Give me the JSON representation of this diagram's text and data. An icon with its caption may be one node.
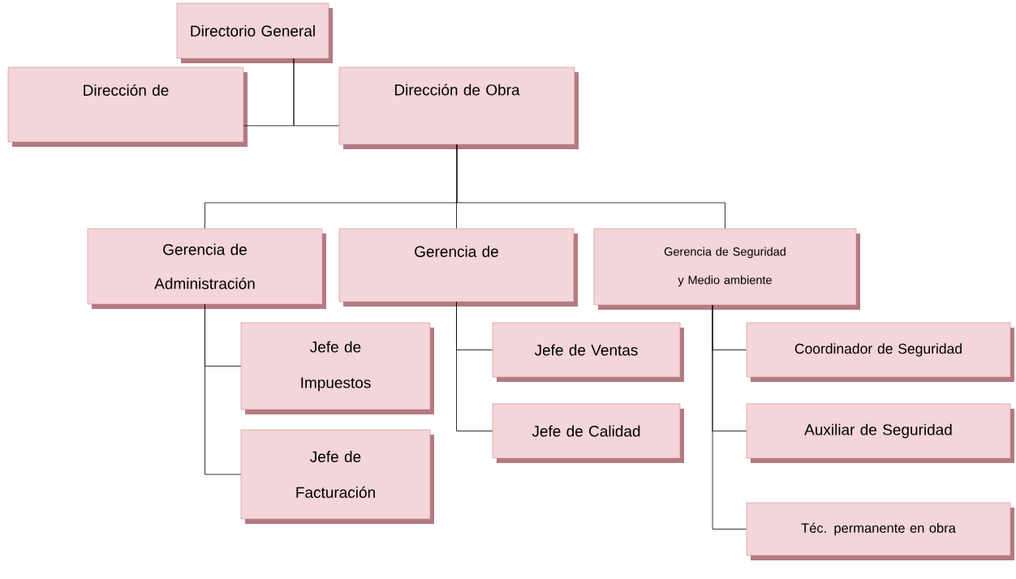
{
  "diagram": {
    "nodes": [
      {
        "text": [
          "Directorio General"
        ]
      },
      {
        "text": [
          "Dirección de"
        ]
      },
      {
        "text": [
          "Dirección de Obra"
        ]
      },
      {
        "text": [
          "Gerencia de Administración"
        ]
      },
      {
        "text": [
          "Gerencia de"
        ]
      },
      {
        "text": [
          "Gerencia de Seguridad y Medio ambiente"
        ]
      },
      {
        "text": [
          "Jefe de Impuestos"
        ]
      },
      {
        "text": [
          "Jefe de Facturación"
        ]
      },
      {
        "text": [
          "Jefe de Ventas"
        ]
      },
      {
        "text": [
          "Jefe de Calidad"
        ]
      },
      {
        "text": [
          "Coordinador de Seguridad"
        ]
      },
      {
        "text": [
          "Auxiliar de Seguridad"
        ]
      },
      {
        "text": [
          "Téc. permanente en obra"
        ]
      }
    ],
    "edges": [
      {
        "from": 0,
        "to": 1,
        "arrow": "none"
      },
      {
        "from": 0,
        "to": 2,
        "arrow": "none"
      },
      {
        "from": 2,
        "to": 3,
        "arrow": "none"
      },
      {
        "from": 2,
        "to": 4,
        "arrow": "none"
      },
      {
        "from": 2,
        "to": 5,
        "arrow": "none"
      },
      {
        "from": 3,
        "to": 6,
        "arrow": "none"
      },
      {
        "from": 3,
        "to": 7,
        "arrow": "none"
      },
      {
        "from": 4,
        "to": 8,
        "arrow": "none"
      },
      {
        "from": 4,
        "to": 9,
        "arrow": "none"
      },
      {
        "from": 5,
        "to": 10,
        "arrow": "none"
      },
      {
        "from": 5,
        "to": 11,
        "arrow": "none"
      },
      {
        "from": 5,
        "to": 12,
        "arrow": "none"
      }
    ]
  }
}
